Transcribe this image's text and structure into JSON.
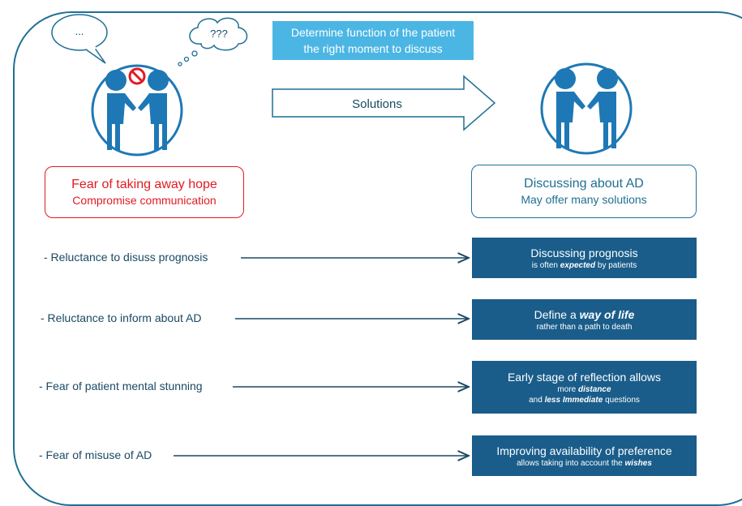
{
  "speech_bubble": "...",
  "thought_bubble": "???",
  "banner": {
    "line1": "Determine function of the patient",
    "line2": "the right moment to discuss"
  },
  "arrow_label": "Solutions",
  "left_box": {
    "line1": "Fear of taking away hope",
    "line2": "Compromise communication"
  },
  "right_box": {
    "line1": "Discussing about AD",
    "line2": "May offer many solutions"
  },
  "rows": [
    {
      "issue": "- Reluctance to disuss prognosis",
      "title_pre": "Discussing prognosis",
      "title_em": "",
      "title_post": "",
      "sub": [
        {
          "pre": "is often ",
          "em": "expected",
          "post": " by patients"
        }
      ]
    },
    {
      "issue": "- Reluctance to inform about AD",
      "title_pre": "Define a ",
      "title_em": "way of life",
      "title_post": "",
      "sub": [
        {
          "pre": "rather than a path to death",
          "em": "",
          "post": ""
        }
      ]
    },
    {
      "issue": "- Fear of patient mental stunning",
      "title_pre": "Early stage of reflection allows",
      "title_em": "",
      "title_post": "",
      "sub": [
        {
          "pre": "more ",
          "em": "distance",
          "post": ""
        },
        {
          "pre": "and ",
          "em": "less Immediate",
          "post": " questions"
        }
      ]
    },
    {
      "issue": "- Fear of misuse of AD",
      "title_pre": "Improving availability of preference",
      "title_em": "",
      "title_post": "",
      "sub": [
        {
          "pre": "allows taking into account the ",
          "em": "wishes",
          "post": ""
        }
      ]
    }
  ],
  "colors": {
    "frame": "#1f6f93",
    "banner": "#4bb6e4",
    "fear": "#e11b22",
    "solution_box": "#1a5d8a",
    "figures": "#1e78b5"
  }
}
